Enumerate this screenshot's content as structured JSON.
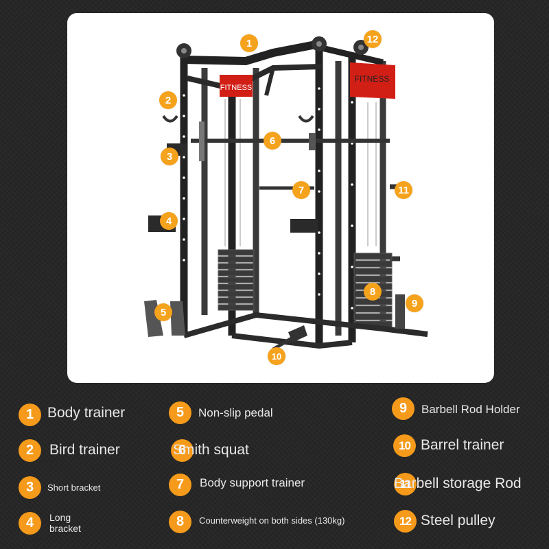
{
  "brand_sign": "FITNESS",
  "colors": {
    "badge": "#f59a1a",
    "background": "#262626",
    "sign_red": "#d21f16",
    "frame": "#2b2b2b"
  },
  "markers": [
    "1",
    "2",
    "3",
    "4",
    "5",
    "6",
    "7",
    "8",
    "9",
    "10",
    "11",
    "12"
  ],
  "legend": [
    {
      "num": "1",
      "label": "Body trainer"
    },
    {
      "num": "2",
      "label": "Bird trainer"
    },
    {
      "num": "3",
      "label": "Short bracket"
    },
    {
      "num": "4",
      "label": "Long bracket"
    },
    {
      "num": "5",
      "label": "Non-slip pedal"
    },
    {
      "num": "6",
      "label": "Smith squat"
    },
    {
      "num": "7",
      "label": "Body support trainer"
    },
    {
      "num": "8",
      "label": "Counterweight on both sides (130kg)"
    },
    {
      "num": "9",
      "label": "Barbell Rod Holder"
    },
    {
      "num": "10",
      "label": "Barrel trainer"
    },
    {
      "num": "11",
      "label": "Barbell storage Rod"
    },
    {
      "num": "12",
      "label": "Steel pulley"
    }
  ]
}
